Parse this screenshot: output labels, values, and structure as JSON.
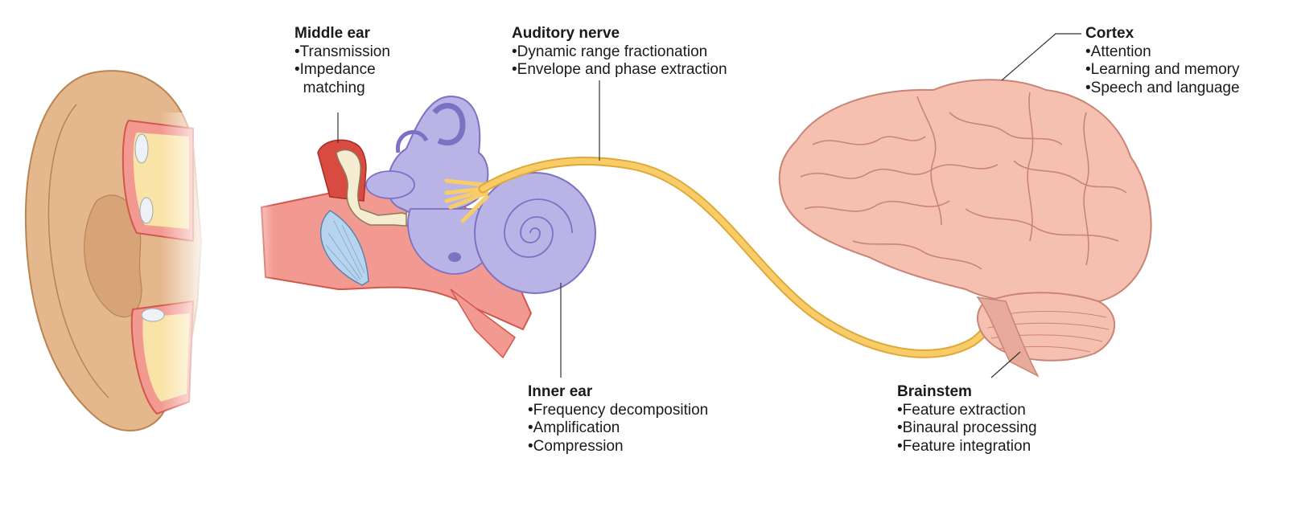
{
  "labels": {
    "middle_ear": {
      "title": "Middle ear",
      "items": [
        "Transmission",
        "Impedance",
        "matching"
      ]
    },
    "auditory_nerve": {
      "title": "Auditory nerve",
      "items": [
        "Dynamic range fractionation",
        "Envelope and phase extraction"
      ]
    },
    "cortex": {
      "title": "Cortex",
      "items": [
        "Attention",
        "Learning and memory",
        "Speech and language"
      ]
    },
    "inner_ear": {
      "title": "Inner ear",
      "items": [
        "Frequency decomposition",
        "Amplification",
        "Compression"
      ]
    },
    "brainstem": {
      "title": "Brainstem",
      "items": [
        "Feature extraction",
        "Binaural processing",
        "Feature integration"
      ]
    }
  },
  "colors": {
    "skin": "#e2b48a",
    "skin_outline": "#b98352",
    "canal": "#f29a92",
    "canal_outline": "#d3564c",
    "cochlea": "#b9b3e6",
    "cochlea_outline": "#7c72c4",
    "nerve": "#f8cd67",
    "nerve_outline": "#e0a73a",
    "brain": "#f5c0b0",
    "brain_outline": "#c98476",
    "eardrum": "#b7d4ef",
    "ossicle": "#f6ecd2"
  }
}
